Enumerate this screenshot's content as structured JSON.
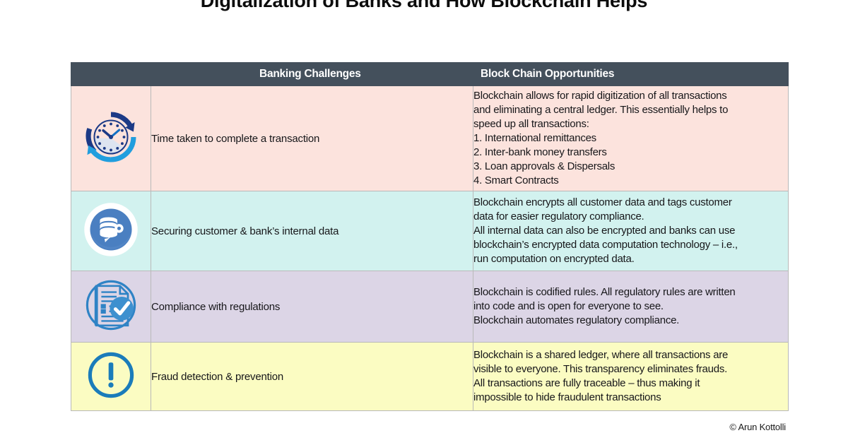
{
  "page": {
    "title": "Digitalization of Banks and How Blockchain Helps",
    "credit": "© Arun  Kottolli",
    "background": "#ffffff"
  },
  "table": {
    "header": {
      "icon_column_label": "",
      "challenges_label": "Banking Challenges",
      "opportunities_label": "Block Chain Opportunities",
      "background": "#44505c",
      "text_color": "#ffffff"
    },
    "rows": [
      {
        "icon": "clock-refresh-icon",
        "icon_colors": {
          "dark": "#1c3a86",
          "light": "#219ede",
          "face": "#dde4f0"
        },
        "row_background": "#fce3dd",
        "challenge": "Time taken to complete a transaction",
        "opportunity_lines": [
          "Blockchain allows for rapid digitization of all transactions",
          "and eliminating a central ledger. This essentially helps to",
          "speed up all transactions:",
          "1. International remittances",
          "2. Inter-bank money transfers",
          "3. Loan approvals & Dispersals",
          "4. Smart Contracts"
        ]
      },
      {
        "icon": "database-key-icon",
        "icon_colors": {
          "dark": "#4a7fc1",
          "light": "#6fa0d8",
          "face": "#ffffff"
        },
        "row_background": "#d2f2ef",
        "challenge": "Securing customer & bank’s internal data",
        "opportunity_lines": [
          "Blockchain encrypts all customer data and tags customer",
          "data for easier regulatory compliance.",
          "All internal data can also be encrypted and banks can use",
          "blockchain’s encrypted data computation technology – i.e.,",
          "run computation on encrypted data."
        ]
      },
      {
        "icon": "document-check-icon",
        "icon_colors": {
          "dark": "#2f83c5",
          "light": "#4d9ad6",
          "face": "#ffffff"
        },
        "row_background": "#dcd5e6",
        "challenge": "Compliance with regulations",
        "opportunity_lines": [
          "Blockchain is codified rules. All regulatory rules are written",
          "into code and is open for everyone to see.",
          "Blockchain  automates regulatory compliance."
        ]
      },
      {
        "icon": "exclamation-circle-icon",
        "icon_colors": {
          "dark": "#1b7cba",
          "light": "#1b7cba",
          "face": "#ffffff"
        },
        "row_background": "#fbfcc2",
        "challenge": "Fraud detection & prevention",
        "opportunity_lines": [
          "Blockchain is a shared ledger, where all transactions are",
          "visible to everyone. This transparency eliminates frauds.",
          "All transactions are fully traceable – thus making it",
          "impossible to hide fraudulent transactions"
        ]
      }
    ]
  }
}
